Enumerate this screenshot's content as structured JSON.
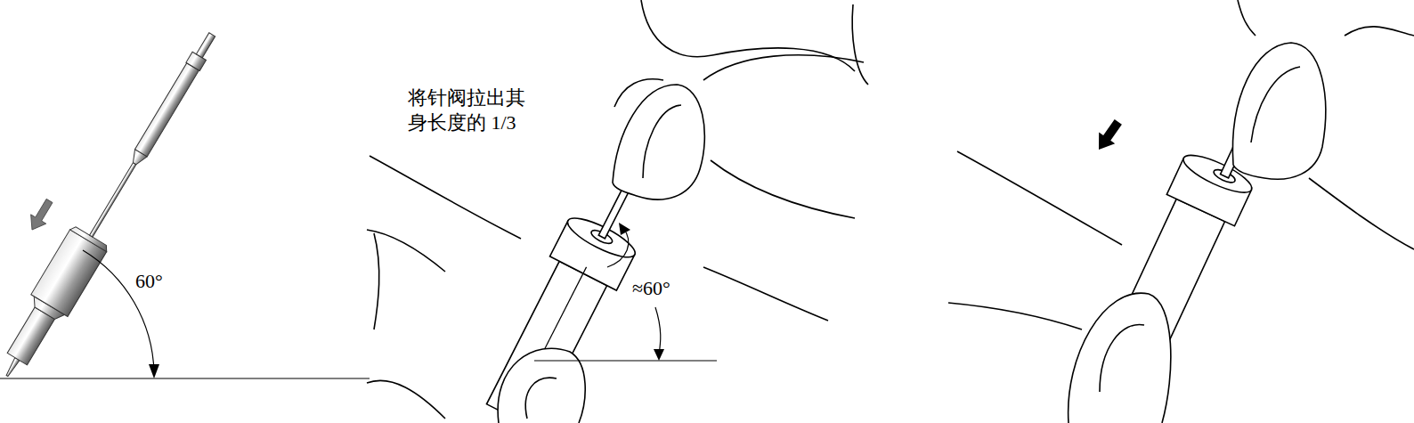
{
  "diagram": {
    "labels": [
      "60°",
      "将针阀拉出其 身长度的 1/3",
      "≈60°"
    ]
  }
}
